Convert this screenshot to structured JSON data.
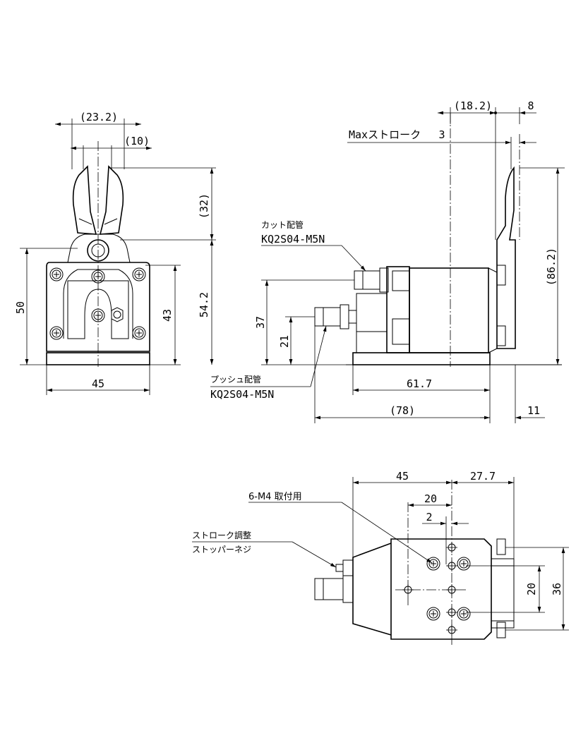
{
  "front_view": {
    "dim_width_top": "(23.2)",
    "dim_jaw_gap": "(10)",
    "dim_jaw_height": "(32)",
    "dim_height": "50",
    "dim_body_height": "43",
    "dim_total_height": "54.2",
    "dim_width": "45"
  },
  "side_view": {
    "dim_offset": "(18.2)",
    "dim_blade": "8",
    "max_stroke_label": "Maxストローク",
    "max_stroke_value": "3",
    "dim_total_height": "(86.2)",
    "cut_port_label": "カット配管",
    "cut_port_part": "KQ2S04-M5N",
    "push_port_label": "プッシュ配管",
    "push_port_part": "KQ2S04-M5N",
    "dim_cut_port_height": "37",
    "dim_push_port_height": "21",
    "dim_body_length": "61.7",
    "dim_total_length": "(78)",
    "dim_tail": "11"
  },
  "bottom_view": {
    "dim_length": "45",
    "dim_right": "27.7",
    "mount_label": "6-M4 取付用",
    "dim_hole_pitch": "20",
    "dim_hole_offset": "2",
    "stopper_label_1": "ストローク調整",
    "stopper_label_2": "ストッパーネジ",
    "dim_hole_pitch_v": "20",
    "dim_width": "36"
  }
}
